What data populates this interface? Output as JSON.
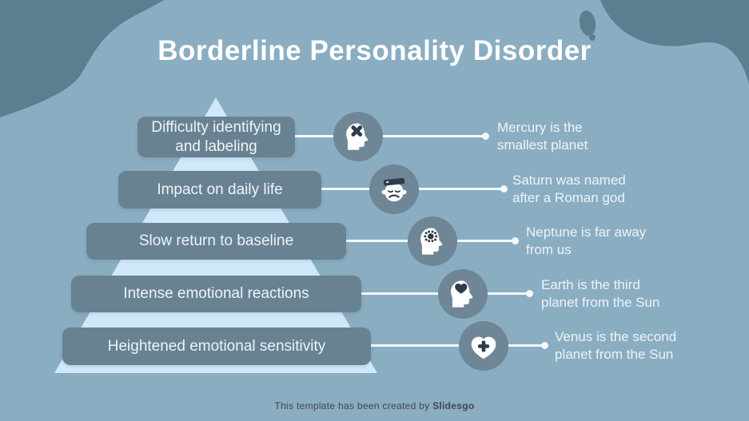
{
  "slide": {
    "title": "Borderline Personality Disorder",
    "footer": {
      "prefix": "This template has been created by ",
      "brand": "Slidesgo"
    }
  },
  "colors": {
    "background": "#8aadc2",
    "blob": "#5d7e90",
    "pyramid": "#cfe8fa",
    "pill": "#688292",
    "icon_circle": "#6e8696",
    "icon_glyph": "#2e3c49",
    "text_light": "#eef4f8",
    "title": "#ffffff",
    "footer_text": "#3f464f",
    "line": "#f4f8fa"
  },
  "pyramid": {
    "levels": [
      {
        "icon": "head-x-icon",
        "label_lines": [
          "Difficulty identifying",
          "and labeling"
        ],
        "fact_lines": [
          "Mercury is the",
          "smallest planet"
        ]
      },
      {
        "icon": "sad-face-cap-icon",
        "label_lines": [
          "Impact on daily life"
        ],
        "fact_lines": [
          "Saturn was named",
          "after a Roman god"
        ]
      },
      {
        "icon": "head-brain-icon",
        "label_lines": [
          "Slow return to baseline"
        ],
        "fact_lines": [
          "Neptune is far away",
          "from us"
        ]
      },
      {
        "icon": "head-heart-icon",
        "label_lines": [
          "Intense emotional reactions"
        ],
        "fact_lines": [
          "Earth is the third",
          "planet from the Sun"
        ]
      },
      {
        "icon": "heart-plus-icon",
        "label_lines": [
          "Heightened emotional sensitivity"
        ],
        "fact_lines": [
          "Venus is the second",
          "planet from the Sun"
        ]
      }
    ]
  }
}
